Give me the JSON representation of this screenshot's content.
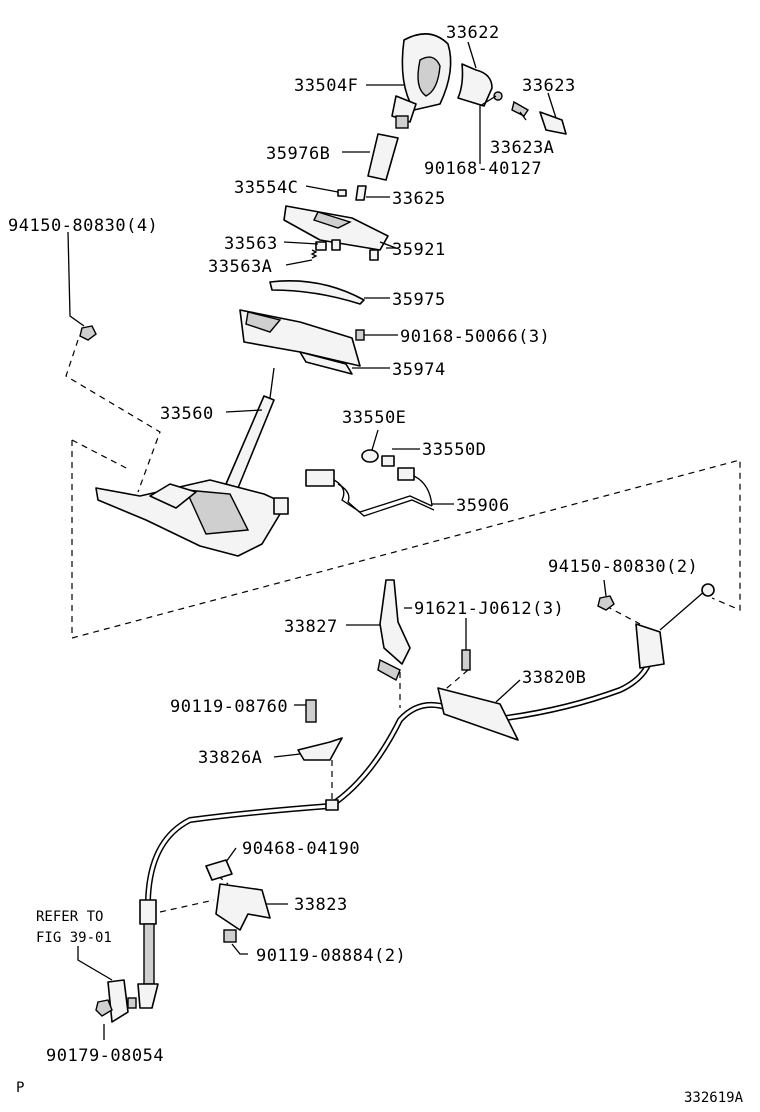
{
  "diagram_id": "332619A",
  "page_marker": "P",
  "refer_note": {
    "line1": "REFER TO",
    "line2": "FIG 39-01"
  },
  "parts": [
    {
      "key": "p33622",
      "number": "33622"
    },
    {
      "key": "p33504F",
      "number": "33504F"
    },
    {
      "key": "p33623",
      "number": "33623"
    },
    {
      "key": "p33623A",
      "number": "33623A"
    },
    {
      "key": "p35976B",
      "number": "35976B"
    },
    {
      "key": "p90168_40127",
      "number": "90168-40127"
    },
    {
      "key": "p33554C",
      "number": "33554C"
    },
    {
      "key": "p33625",
      "number": "33625"
    },
    {
      "key": "p94150_80830_4",
      "number": "94150-80830(4)"
    },
    {
      "key": "p33563",
      "number": "33563"
    },
    {
      "key": "p35921",
      "number": "35921"
    },
    {
      "key": "p33563A",
      "number": "33563A"
    },
    {
      "key": "p35975",
      "number": "35975"
    },
    {
      "key": "p90168_50066",
      "number": "90168-50066(3)"
    },
    {
      "key": "p35974",
      "number": "35974"
    },
    {
      "key": "p33560",
      "number": "33560"
    },
    {
      "key": "p33550E",
      "number": "33550E"
    },
    {
      "key": "p33550D",
      "number": "33550D"
    },
    {
      "key": "p35906",
      "number": "35906"
    },
    {
      "key": "p94150_80830_2",
      "number": "94150-80830(2)"
    },
    {
      "key": "p33827",
      "number": "33827"
    },
    {
      "key": "p91621_J0612",
      "number": "91621-J0612(3)"
    },
    {
      "key": "p33820B",
      "number": "33820B"
    },
    {
      "key": "p90119_08760",
      "number": "90119-08760"
    },
    {
      "key": "p33826A",
      "number": "33826A"
    },
    {
      "key": "p90468_04190",
      "number": "90468-04190"
    },
    {
      "key": "p33823",
      "number": "33823"
    },
    {
      "key": "p90119_08884",
      "number": "90119-08884(2)"
    },
    {
      "key": "p90179_08054",
      "number": "90179-08054"
    }
  ]
}
